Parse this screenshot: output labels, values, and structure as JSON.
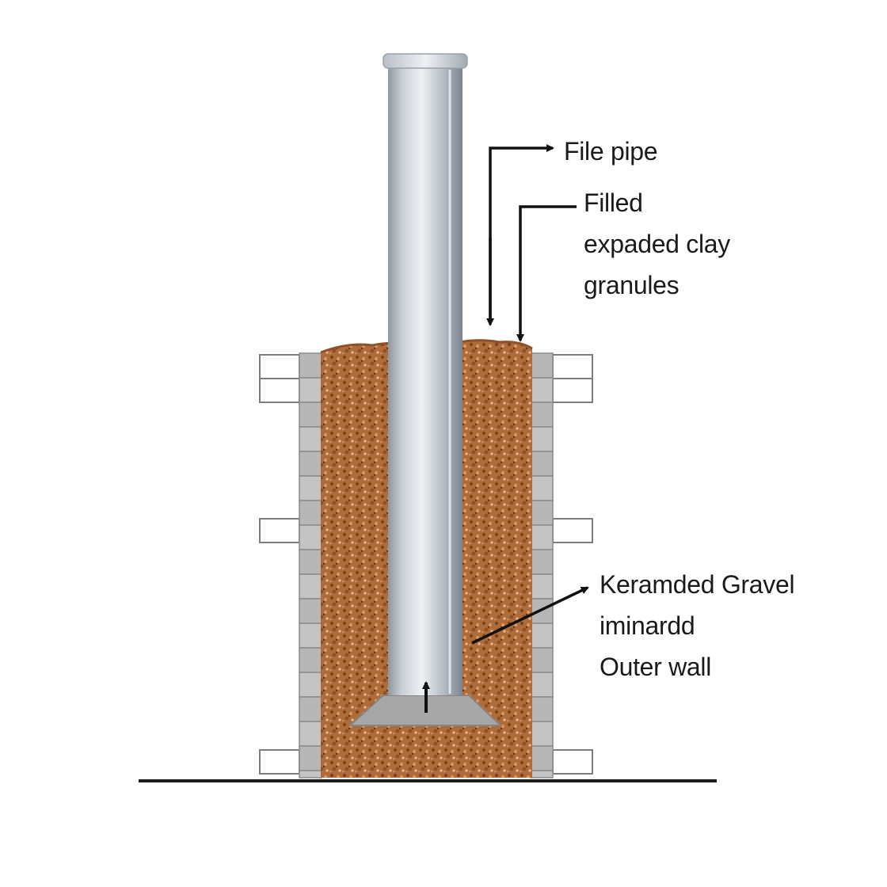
{
  "labels": {
    "file_pipe": "File pipe",
    "filled_clay": [
      "Filled",
      "expaded clay",
      "granules"
    ],
    "gravel": [
      "Keramded Gravel",
      "iminardd",
      "Outer wall"
    ]
  },
  "colors": {
    "pipe_light": "#e4e8ed",
    "pipe_mid": "#aab1ba",
    "pipe_dark": "#7f8792",
    "granules": "#b6703a",
    "granules_dark": "#7a4421",
    "wall_brick": "#bdbdbd",
    "wall_mortar": "#8a8a8a",
    "ground": "#1a1a1a",
    "arrow": "#111111"
  }
}
